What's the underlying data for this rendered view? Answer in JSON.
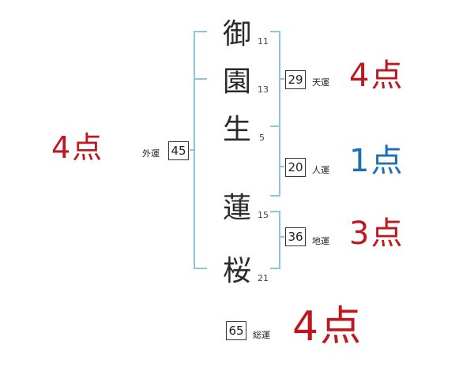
{
  "characters": [
    {
      "char": "御",
      "strokes": "11"
    },
    {
      "char": "園",
      "strokes": "13"
    },
    {
      "char": "生",
      "strokes": "5"
    },
    {
      "char": "蓮",
      "strokes": "15"
    },
    {
      "char": "桜",
      "strokes": "21"
    }
  ],
  "fortunes": {
    "gaiun": {
      "value": "45",
      "label": "外運",
      "score": "4点"
    },
    "tenun": {
      "value": "29",
      "label": "天運",
      "score": "4点"
    },
    "jinun": {
      "value": "20",
      "label": "人運",
      "score": "1点"
    },
    "chiun": {
      "value": "36",
      "label": "地運",
      "score": "3点"
    },
    "souun": {
      "value": "65",
      "label": "総運",
      "score": "4点"
    }
  },
  "colors": {
    "red": "#c0161d",
    "blue": "#1c6fb3",
    "bracket": "#8cc4e4"
  }
}
